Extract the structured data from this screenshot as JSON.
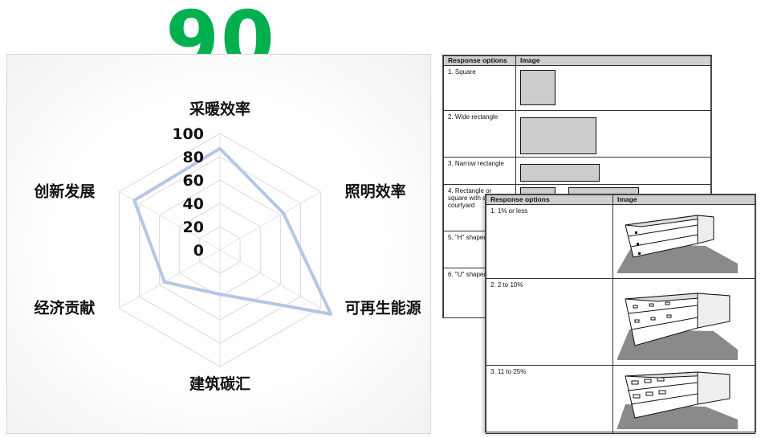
{
  "score": "90",
  "chart_data": {
    "type": "radar",
    "axes": [
      "采暖效率",
      "照明效率",
      "可再生能源",
      "建筑碳汇",
      "经济贡献",
      "创新发展"
    ],
    "ticks": [
      "100",
      "80",
      "60",
      "40",
      "20",
      "0"
    ],
    "range": [
      0,
      100
    ],
    "series": [
      {
        "values": [
          87,
          63,
          110,
          38,
          55,
          85
        ],
        "color": "#b4c7e7"
      }
    ]
  },
  "table1": {
    "headers": [
      "Response options",
      "Image"
    ],
    "rows": [
      "1.  Square",
      "2.  Wide rectangle",
      "3.  Narrow rectangle",
      "4. Rectangle or square with an interior courtyard",
      "5.  \"H\" shaped",
      "6.  \"U\" shaped"
    ]
  },
  "table2": {
    "headers": [
      "Response options",
      "Image"
    ],
    "rows": [
      "1.  1% or less",
      "2.  2 to 10%",
      "3.  11 to 25%"
    ]
  }
}
